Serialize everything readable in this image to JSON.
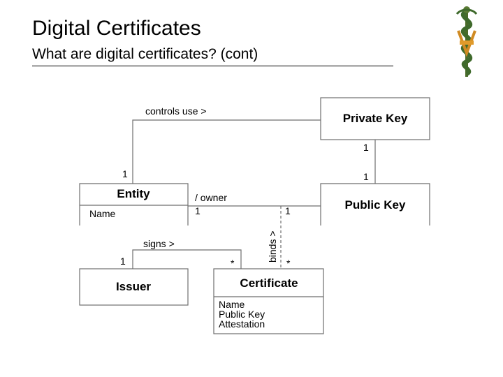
{
  "slide": {
    "title": "Digital Certificates",
    "subtitle": "What are digital certificates? (cont)"
  },
  "logo": {
    "icon": "caduceus-emblem-icon"
  },
  "diagram": {
    "classes": {
      "private_key": {
        "name": "Private Key"
      },
      "public_key": {
        "name": "Public Key"
      },
      "entity": {
        "name": "Entity",
        "attributes": [
          "Name"
        ]
      },
      "issuer": {
        "name": "Issuer"
      },
      "certificate": {
        "name": "Certificate",
        "attributes": [
          "Name",
          "Public Key",
          "Attestation"
        ]
      }
    },
    "associations": {
      "controls_use": {
        "label": "controls use >",
        "entity_mult": "1"
      },
      "key_pair": {
        "private_mult": "1",
        "public_mult": "1"
      },
      "owner": {
        "label": "/ owner",
        "entity_mult": "1",
        "public_mult": "1"
      },
      "signs": {
        "label": "signs >",
        "issuer_mult": "1",
        "certificate_mult": "*"
      },
      "binds": {
        "label": "binds >",
        "certificate_mult": "*"
      }
    }
  }
}
